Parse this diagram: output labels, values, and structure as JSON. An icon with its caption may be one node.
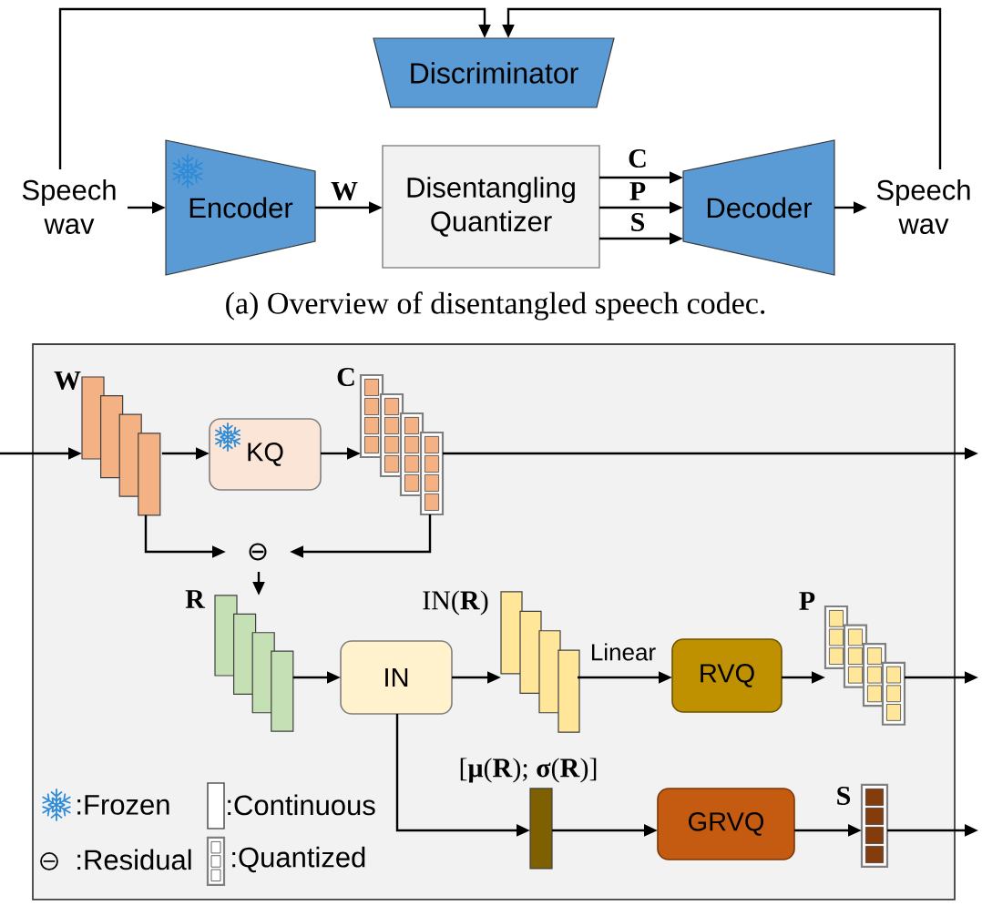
{
  "diagram": {
    "caption": "(a) Overview of disentangled speech codec.",
    "nodes": [
      {
        "text": [
          "Discriminator"
        ]
      },
      {
        "text": [
          "Speech wav"
        ]
      },
      {
        "text": [
          "Encoder"
        ]
      },
      {
        "text": [
          "Disentangling Quantizer"
        ]
      },
      {
        "text": [
          "Decoder"
        ]
      },
      {
        "text": [
          "Speech wav"
        ]
      },
      {
        "text": [],
        "shape": "box"
      },
      {
        "text": [],
        "shape": "bar",
        "beside": [
          "W"
        ],
        "in": 6
      },
      {
        "text": [
          "KQ"
        ],
        "in": 6
      },
      {
        "text": [],
        "shape": "grid",
        "beside": [
          "C"
        ],
        "in": 6
      },
      {
        "text": [
          "⊖"
        ],
        "in": 6
      },
      {
        "text": [],
        "shape": "bar",
        "beside": [
          "R"
        ],
        "in": 6
      },
      {
        "text": [
          "IN"
        ],
        "in": 6
      },
      {
        "text": [],
        "shape": "bar",
        "beside": [
          "IN(**R**)"
        ],
        "in": 6
      },
      {
        "text": [
          "RVQ"
        ],
        "in": 6
      },
      {
        "text": [],
        "shape": "grid",
        "beside": [
          "P"
        ],
        "in": 6
      },
      {
        "text": [],
        "shape": "bar",
        "beside": [
          "[**μ**(**R**); **σ**(**R**)]"
        ],
        "in": 6
      },
      {
        "text": [
          "GRVQ"
        ],
        "in": 6
      },
      {
        "text": [],
        "shape": "grid",
        "beside": [
          "S"
        ],
        "in": 6
      }
    ],
    "edges": [
      {
        "from": 1,
        "to": 2,
        "arrow": "to"
      },
      {
        "from": 2,
        "to": 3,
        "arrow": "to",
        "label": "W"
      },
      {
        "from": 3,
        "to": 4,
        "arrow": "to",
        "label": "C"
      },
      {
        "from": 3,
        "to": 4,
        "arrow": "to",
        "label": "P"
      },
      {
        "from": 3,
        "to": 4,
        "arrow": "to",
        "label": "S"
      },
      {
        "from": 4,
        "to": 5,
        "arrow": "to"
      },
      {
        "from": 1,
        "to": 0,
        "arrow": "to"
      },
      {
        "from": 5,
        "to": 0,
        "arrow": "to"
      },
      {
        "from": null,
        "to": 7,
        "arrow": "to"
      },
      {
        "from": 7,
        "to": 8,
        "arrow": "to"
      },
      {
        "from": 8,
        "to": 9,
        "arrow": "to"
      },
      {
        "from": 9,
        "to": null,
        "arrow": "to"
      },
      {
        "from": 7,
        "to": 10,
        "arrow": "to"
      },
      {
        "from": 9,
        "to": 10,
        "arrow": "to"
      },
      {
        "from": 10,
        "to": 11,
        "arrow": "to"
      },
      {
        "from": 11,
        "to": 12,
        "arrow": "to"
      },
      {
        "from": 12,
        "to": 13,
        "arrow": "to"
      },
      {
        "from": 13,
        "to": 14,
        "arrow": "to",
        "label": "Linear"
      },
      {
        "from": 14,
        "to": 15,
        "arrow": "to"
      },
      {
        "from": 15,
        "to": null,
        "arrow": "to"
      },
      {
        "from": 12,
        "to": 16,
        "arrow": "to"
      },
      {
        "from": 16,
        "to": 17,
        "arrow": "to"
      },
      {
        "from": 17,
        "to": 18,
        "arrow": "to"
      },
      {
        "from": 18,
        "to": null,
        "arrow": "to"
      }
    ],
    "legend": [
      {
        "text": ":Frozen"
      },
      {
        "text": ":Continuous"
      },
      {
        "text": ":Residual"
      },
      {
        "text": ":Quantized"
      }
    ]
  }
}
